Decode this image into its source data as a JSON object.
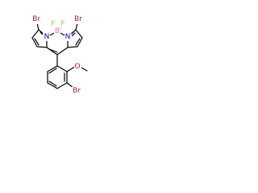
{
  "molecule": {
    "labels": {
      "br_left": "Br",
      "br_right": "Br",
      "br_bottom": "Br",
      "f_left": "F",
      "f_right": "F",
      "b": "B",
      "b_charge": "−",
      "n_left": "N",
      "n_right": "N",
      "n_right_charge": "+",
      "o": "O"
    },
    "colors": {
      "bromine": "#a52a2a",
      "fluorine": "#9acd32",
      "boron": "#ff69b4",
      "nitrogen": "#0000ff",
      "oxygen": "#ff0000",
      "carbon": "#000000"
    }
  }
}
